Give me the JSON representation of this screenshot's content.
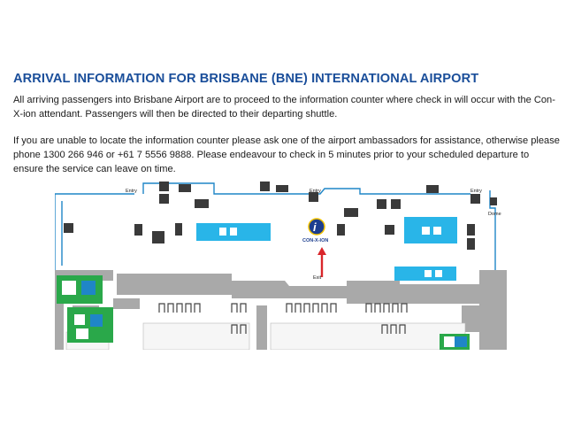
{
  "document": {
    "title": "ARRIVAL INFORMATION FOR BRISBANE (BNE) INTERNATIONAL AIRPORT",
    "paragraph_1": "All arriving passengers into Brisbane Airport are to proceed to the information counter where check in will occur with the Con-X-ion attendant. Passengers will then be directed to their departing shuttle.",
    "paragraph_2": "If you are unable to locate the information counter please ask one of the airport ambassadors for assistance, otherwise please phone 1300 266 946 or +61 7 5556 9888. Please endeavour to check in 5 minutes prior to your scheduled departure to ensure the service can leave on time."
  },
  "map": {
    "labels": {
      "entry_1": "Entry",
      "entry_2": "Entry",
      "entry_3": "Entry",
      "exit": "Exit",
      "domestic": "Dome",
      "info_symbol": "i",
      "conxion": "CON-X-ION"
    },
    "colors": {
      "wall_blue": "#1f86c7",
      "shop_blue": "#29b5e8",
      "grey_block": "#a9a9a9",
      "green_toilets": "#2aa84a",
      "red_arrow": "#d9262b",
      "info_navy": "#1d3e8f"
    }
  }
}
